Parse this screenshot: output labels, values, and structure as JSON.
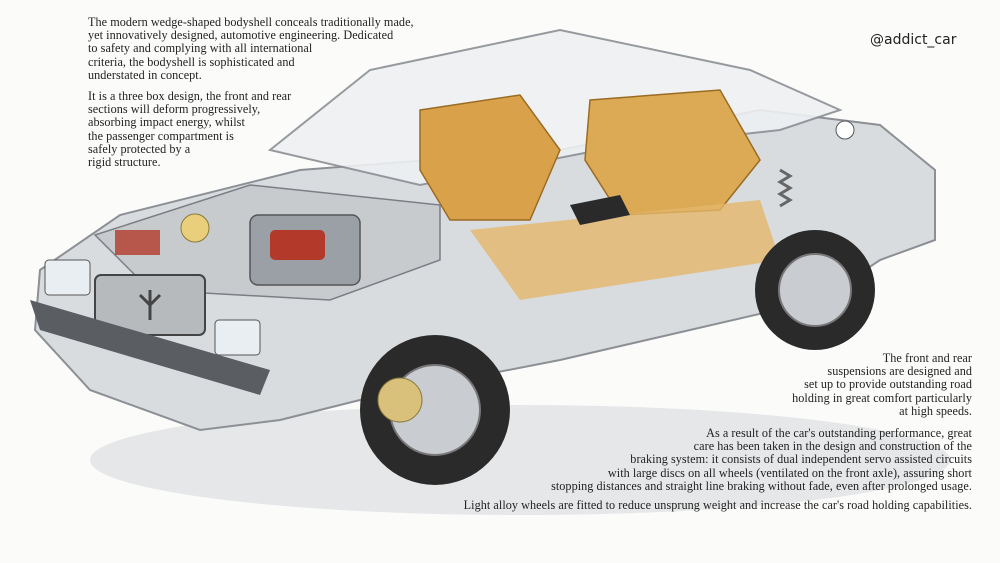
{
  "watermark": "@addict_car",
  "text": {
    "intro": "The modern wedge-shaped bodyshell conceals traditionally made,\nyet innovatively designed, automotive engineering. Dedicated\nto safety and complying with all international\ncriteria, the bodyshell is sophisticated and\nunderstated in concept.",
    "structure": "It is a three box design, the front and rear\nsections will deform progressively,\nabsorbing impact energy, whilst\nthe passenger compartment is\nsafely protected by a\nrigid structure.",
    "suspension": "The front and rear\nsuspensions are designed and\nset up to provide outstanding road\nholding in great comfort particularly\nat high speeds.",
    "braking": "As a result of the car's outstanding performance, great\ncare has been taken in the design and construction of the\nbraking system: it consists of dual independent servo assisted circuits\nwith large discs on all wheels (ventilated on the front axle), assuring short\nstopping distances and straight line braking without fade, even after prolonged usage.",
    "wheels": "Light alloy wheels are fitted to reduce unsprung weight and increase the car's road holding capabilities."
  },
  "colors": {
    "body": "#d9dcdf",
    "interior": "#d9a24a",
    "engine_red": "#b33a2a",
    "tire": "#2a2a2a"
  }
}
